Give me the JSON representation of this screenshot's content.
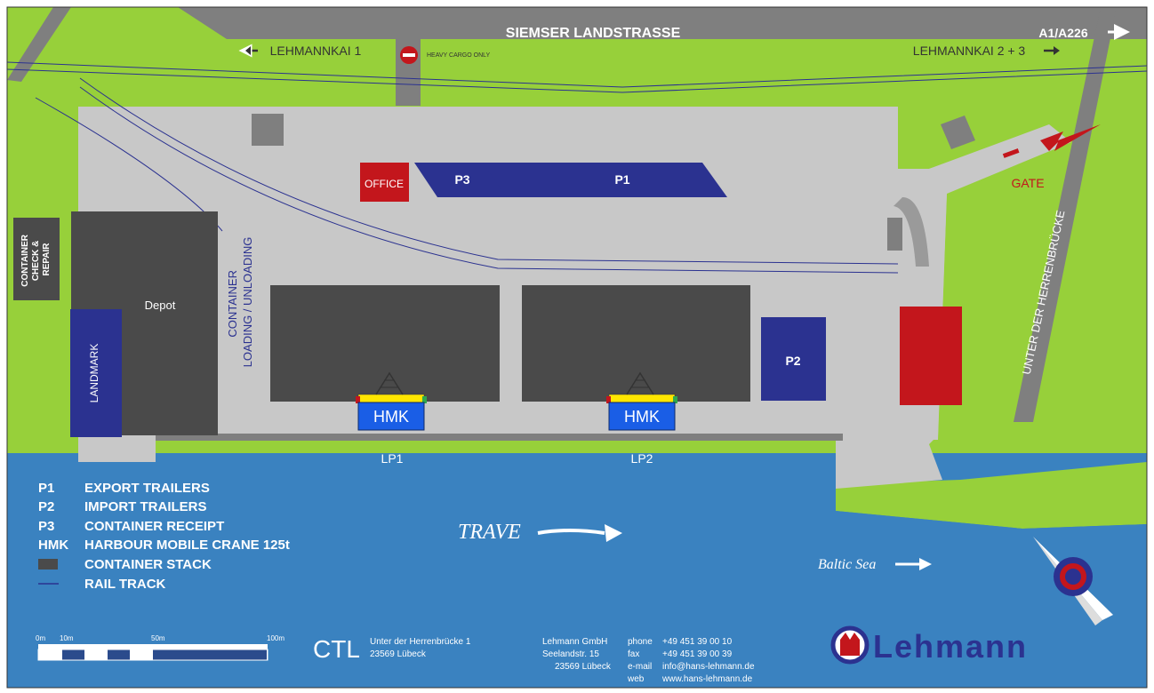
{
  "colors": {
    "grass": "#97d03a",
    "road": "#7f7f7f",
    "yard": "#c8c8c8",
    "water": "#3a82c0",
    "navy": "#2b3290",
    "red": "#c3161c",
    "stack": "#4a4a4a",
    "crane_yellow": "#ffe600",
    "crane_blue": "#1a5ee6"
  },
  "roads": {
    "main": "SIEMSER LANDSTRASSE",
    "highway": "A1/A226",
    "left_arrow_icon": "arrow-left-icon",
    "right_arrow_icon": "arrow-right-icon",
    "lehmannkai1": "LEHMANNKAI 1",
    "lehmannkai23": "LEHMANNKAI 2 + 3",
    "heavy_cargo": "HEAVY CARGO ONLY",
    "side_road": "UNTER DER HERRENBRÜCKE"
  },
  "facilities": {
    "office": "OFFICE",
    "p1": "P1",
    "p2": "P2",
    "p3": "P3",
    "depot": "Depot",
    "landmark": "LANDMARK",
    "check_repair_1": "CONTAINER",
    "check_repair_2": "CHECK &",
    "check_repair_3": "REPAIR",
    "loading_1": "CONTAINER",
    "loading_2": "LOADING / UNLOADING",
    "gate": "GATE",
    "crane1": "HMK",
    "crane2": "HMK",
    "lp1": "LP1",
    "lp2": "LP2"
  },
  "water": {
    "river": "TRAVE",
    "sea": "Baltic Sea"
  },
  "legend": [
    {
      "key": "P1",
      "label": "EXPORT TRAILERS"
    },
    {
      "key": "P2",
      "label": "IMPORT TRAILERS"
    },
    {
      "key": "P3",
      "label": "CONTAINER RECEIPT"
    },
    {
      "key": "HMK",
      "label": "HARBOUR MOBILE CRANE 125t"
    },
    {
      "key": "",
      "label": "CONTAINER STACK"
    },
    {
      "key": "",
      "label": "RAIL TRACK"
    }
  ],
  "scale": [
    "0m",
    "10m",
    "50m",
    "100m"
  ],
  "footer": {
    "ctl": "CTL",
    "address_1": "Unter der Herrenbrücke 1",
    "address_2": "23569 Lübeck",
    "company_1": "Lehmann GmbH",
    "company_2": "Seelandstr. 15",
    "company_3": "23569 Lübeck",
    "contact": [
      {
        "key": "phone",
        "value": "+49 451 39 00 10"
      },
      {
        "key": "fax",
        "value": "+49 451 39 00 39"
      },
      {
        "key": "e-mail",
        "value": "info@hans-lehmann.de"
      },
      {
        "key": "web",
        "value": "www.hans-lehmann.de"
      }
    ],
    "logo": "Lehmann"
  }
}
